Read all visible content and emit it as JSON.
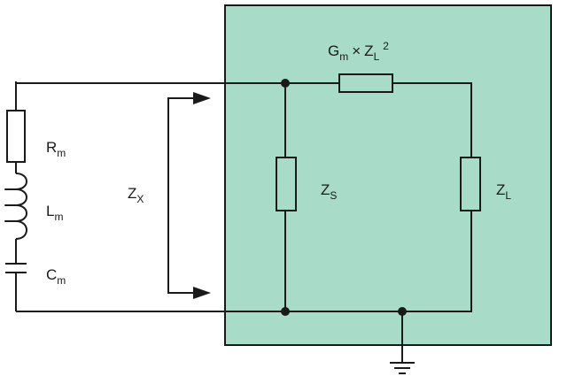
{
  "colors": {
    "panel_fill": "#a8dcc8",
    "panel_stroke": "#1a1a1a",
    "wire": "#1a1a1a"
  },
  "labels": {
    "rm": {
      "main": "R",
      "sub": "m"
    },
    "lm": {
      "main": "L",
      "sub": "m"
    },
    "cm": {
      "main": "C",
      "sub": "m"
    },
    "zx": {
      "main": "Z",
      "sub": "X"
    },
    "zs": {
      "main": "Z",
      "sub": "S"
    },
    "zl": {
      "main": "Z",
      "sub": "L"
    },
    "gain": {
      "g": "G",
      "g_sub": "m",
      "times": "×",
      "z": "Z",
      "z_sub": "L",
      "exp": "2"
    }
  },
  "icons": [
    "resistor-icon",
    "inductor-icon",
    "capacitor-icon",
    "ground-icon",
    "arrow-icon"
  ]
}
